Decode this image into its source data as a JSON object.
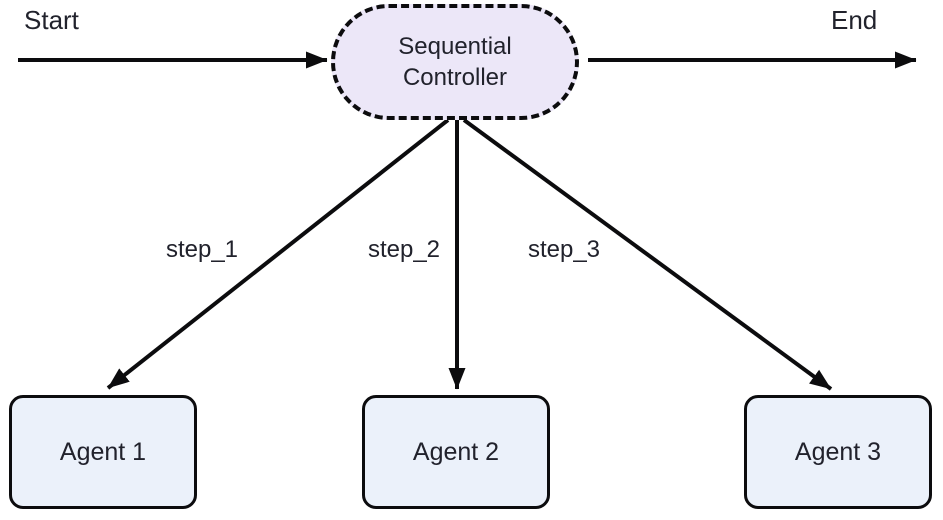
{
  "diagram": {
    "type": "flowchart",
    "start_label": "Start",
    "end_label": "End",
    "controller": {
      "label": "Sequential Controller",
      "line1": "Sequential",
      "line2": "Controller"
    },
    "edges": [
      {
        "label": "step_1",
        "from": "Sequential Controller",
        "to": "Agent 1"
      },
      {
        "label": "step_2",
        "from": "Sequential Controller",
        "to": "Agent 2"
      },
      {
        "label": "step_3",
        "from": "Sequential Controller",
        "to": "Agent 3"
      }
    ],
    "agents": [
      {
        "label": "Agent 1"
      },
      {
        "label": "Agent 2"
      },
      {
        "label": "Agent 3"
      }
    ],
    "colors": {
      "controller_fill": "#ece7f8",
      "agent_fill": "#ebf1fa",
      "stroke": "#0c0c0e",
      "text": "#21222c",
      "bg": "#ffffff"
    }
  }
}
